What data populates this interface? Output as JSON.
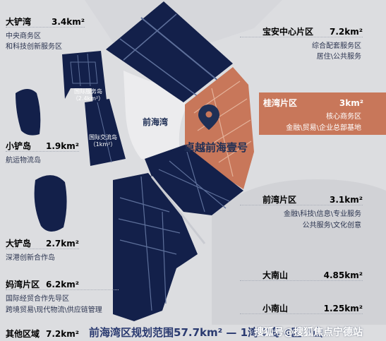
{
  "left_zones": [
    {
      "name": "大铲湾",
      "area": "3.4km²",
      "desc": [
        "中央商务区",
        "和科技创新服务区"
      ]
    },
    {
      "name": "小铲岛",
      "area": "1.9km²",
      "desc": [
        "航运物流岛"
      ]
    },
    {
      "name": "大铲岛",
      "area": "2.7km²",
      "desc": [
        "深港创新合作岛"
      ]
    },
    {
      "name": "妈湾片区",
      "area": "6.2km²",
      "desc": [
        "国际经贸合作先导区",
        "跨境贸易\\现代物流\\供应链管理"
      ]
    },
    {
      "name": "其他区域",
      "area": "7.2km²",
      "desc": []
    }
  ],
  "right_zones": [
    {
      "name": "宝安中心片区",
      "area": "7.2km²",
      "desc": [
        "综合配套服务区",
        "居住\\公共服务"
      ]
    },
    {
      "name": "前湾片区",
      "area": "3.1km²",
      "desc": [
        "金融\\科技\\信息\\专业服务",
        "公共服务\\文化创意"
      ]
    },
    {
      "name": "大南山",
      "area": "4.85km²",
      "desc": []
    },
    {
      "name": "小南山",
      "area": "1.25km²",
      "desc": []
    }
  ],
  "highlight_zone": {
    "name": "桂湾片区",
    "area": "3km²",
    "desc": [
      "核心商务区",
      "金融\\贸易\\企业总部基地"
    ]
  },
  "bay_label": "前海湾",
  "project_label": "卓越前海壹号",
  "island_labels": {
    "service": "国际服务岛\n（2.4km²）",
    "exchange": "国际交流岛\n（1km²）"
  },
  "footer": {
    "title": "前海湾区规划范围57.7km² — 1湾 2岛 4区 4山",
    "watermark": "搜狐号@搜狐焦点宁德站"
  },
  "colors": {
    "navy": "#13204a",
    "highlight": "#c8775a",
    "background": "#dcdde0"
  }
}
